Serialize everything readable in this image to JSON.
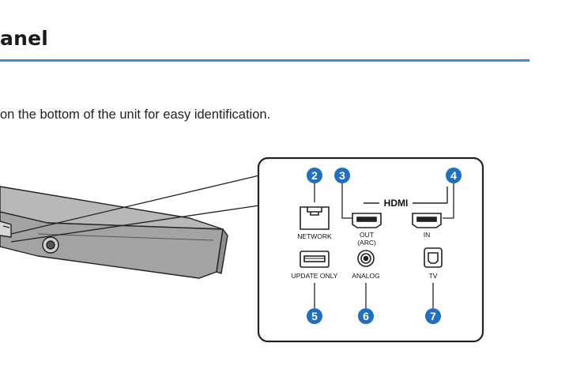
{
  "page": {
    "heading": "anel",
    "body_text": "on the bottom of the unit for easy identification."
  },
  "panel": {
    "hdmi_logo": "HDMI",
    "ports": {
      "network": {
        "number": "2",
        "label": "NETWORK"
      },
      "hdmi_out": {
        "number": "3",
        "label": "OUT",
        "sublabel": "(ARC)"
      },
      "hdmi_in": {
        "number": "4",
        "label": "IN"
      },
      "usb": {
        "number": "5",
        "label": "UPDATE ONLY"
      },
      "analog": {
        "number": "6",
        "label": "ANALOG"
      },
      "optical": {
        "number": "7",
        "label": "TV"
      }
    }
  },
  "colors": {
    "accent_rule": "#3a8fd6",
    "badge": "#1f6fc4"
  }
}
